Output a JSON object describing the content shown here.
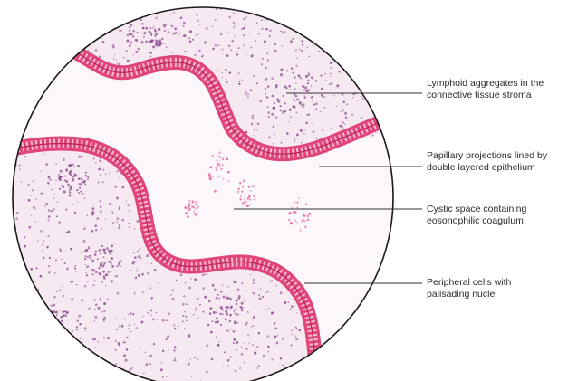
{
  "labels": {
    "lymphoid": {
      "line1": "Lymphoid aggregates in the",
      "line2": "connective tissue stroma"
    },
    "papillary": {
      "line1": "Papillary projections lined by",
      "line2": "double layered epithelium"
    },
    "cystic": {
      "line1": "Cystic space containing",
      "line2": "eosonophilic coagulum"
    },
    "peripheral": {
      "line1": "Peripheral cells with",
      "line2": "palisading nuclei"
    }
  },
  "colors": {
    "epithelium": "#e0457a",
    "epithelium_light": "#f6b9cf",
    "stroma_dot": "#8a4a8f",
    "outline": "#1a1a1a",
    "leader": "#333333"
  }
}
